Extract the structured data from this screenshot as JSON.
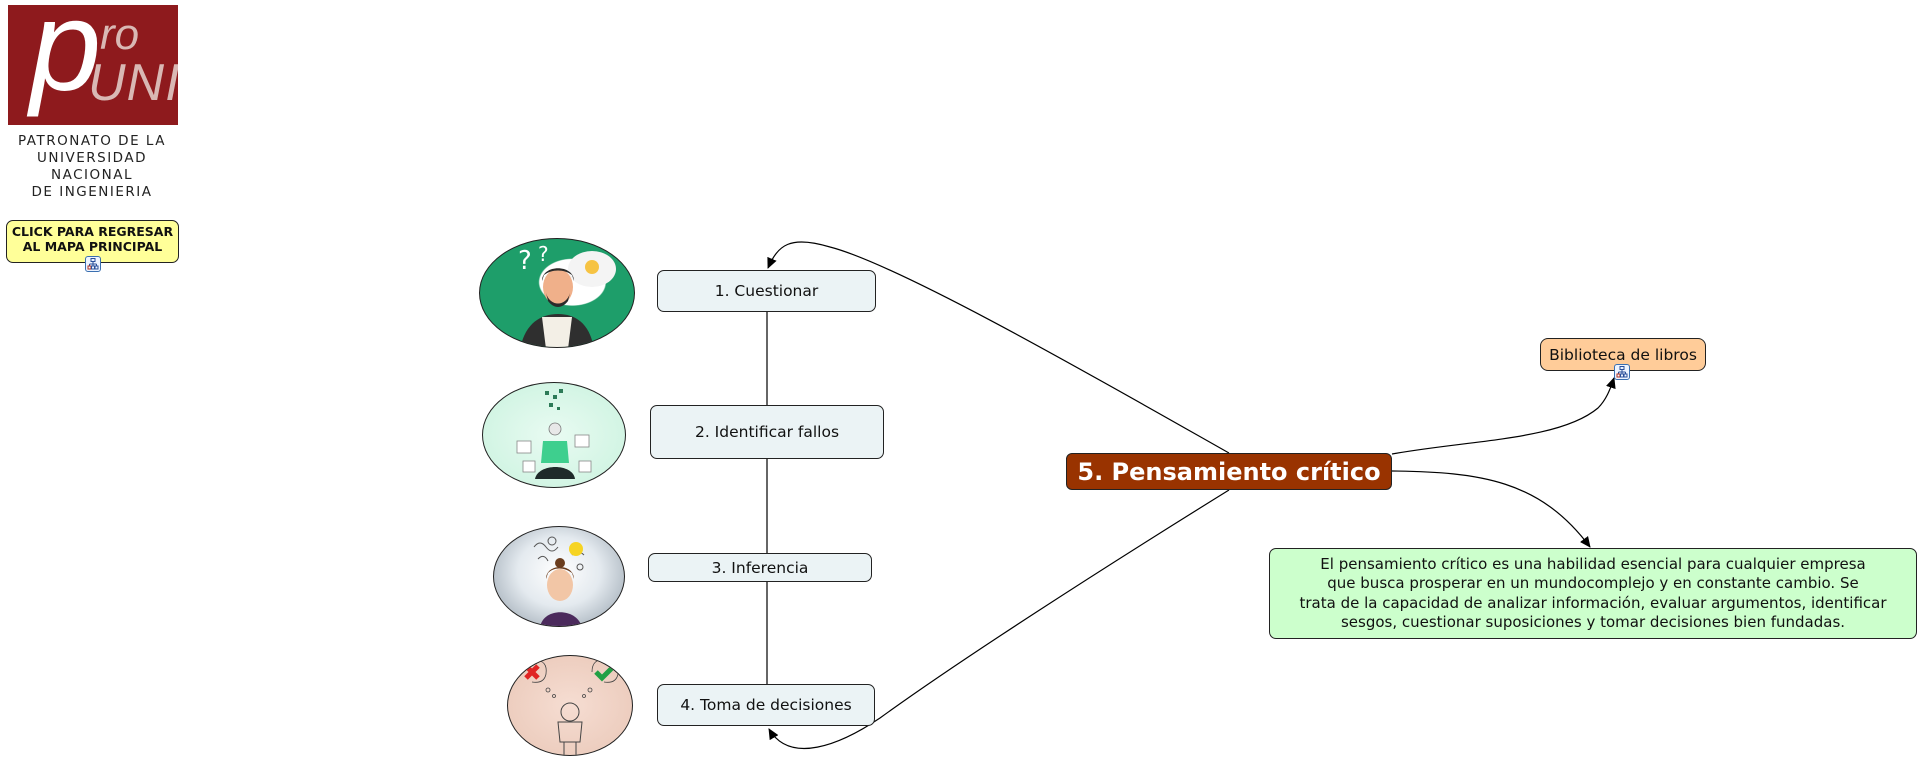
{
  "logo": {
    "letter_p": "p",
    "letters_ro": "ro",
    "letters_uni": "UNI",
    "caption_lines": [
      "PATRONATO DE LA",
      "UNIVERSIDAD NACIONAL",
      "DE INGENIERIA"
    ],
    "brand_color": "#8e1a1d"
  },
  "back_button": {
    "lines": [
      "CLICK PARA REGRESAR",
      "AL MAPA PRINCIPAL"
    ],
    "icon": "concept-map-link-icon",
    "color": "#ffff99"
  },
  "center_node": {
    "label": "5. Pensamiento crítico",
    "color": "#993300"
  },
  "steps": [
    {
      "label": "1. Cuestionar",
      "image": "man-thinking-with-question-marks-and-lightbulb"
    },
    {
      "label": "2. Identificar fallos",
      "image": "person-meditating-with-documents"
    },
    {
      "label": "3. Inferencia",
      "image": "woman-smiling-with-lightbulb-ideas"
    },
    {
      "label": "4. Toma de decisiones",
      "image": "man-choosing-between-cross-and-check"
    }
  ],
  "resource_node": {
    "label": "Biblioteca de libros",
    "icon": "concept-map-link-icon",
    "color": "#ffcc99"
  },
  "description_node": {
    "lines": [
      "El pensamiento crítico es una habilidad esencial para cualquier empresa",
      "que busca prosperar en un mundocomplejo y en constante cambio. Se",
      "trata de la capacidad de analizar información, evaluar argumentos, identificar",
      "sesgos, cuestionar suposiciones y tomar decisiones bien fundadas."
    ],
    "color": "#ccffcc"
  },
  "step_node_color": "#ebf3f5"
}
